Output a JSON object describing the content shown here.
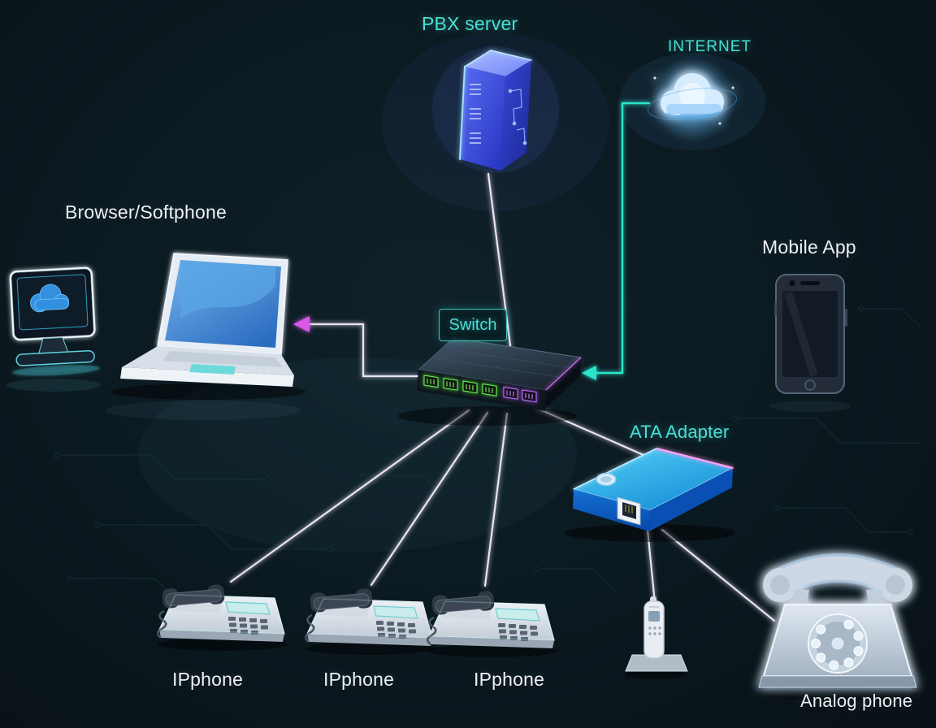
{
  "colors": {
    "background": "#0b1920",
    "teal_label": "#4adfd5",
    "white_label": "#eef2f5",
    "line_light": "#e9e3f4",
    "line_teal": "#2be5cb",
    "arrow_magenta": "#d959e8",
    "port_green": "#5fe84a",
    "port_violet": "#b468f0",
    "device_blue": "#1470d4"
  },
  "nodes": {
    "pbx_server": {
      "label": "PBX server",
      "type": "server-tower"
    },
    "internet": {
      "label": "INTERNET",
      "type": "cloud"
    },
    "browser_softphone": {
      "label": "Browser/Softphone",
      "type": "desktop-and-laptop"
    },
    "mobile_app": {
      "label": "Mobile App",
      "type": "smartphone"
    },
    "switch": {
      "label": "Switch",
      "type": "network-switch"
    },
    "ata_adapter": {
      "label": "ATA Adapter",
      "type": "analog-telephone-adapter"
    },
    "ip_phone_1": {
      "label": "IPphone",
      "type": "desk-phone"
    },
    "ip_phone_2": {
      "label": "IPphone",
      "type": "desk-phone"
    },
    "ip_phone_3": {
      "label": "IPphone",
      "type": "desk-phone"
    },
    "cordless_phone": {
      "label": "",
      "type": "cordless-phone"
    },
    "analog_phone": {
      "label": "Analog phone",
      "type": "rotary-phone"
    }
  },
  "connections": [
    {
      "from": "pbx_server",
      "to": "switch",
      "style": "light"
    },
    {
      "from": "internet",
      "to": "switch",
      "style": "teal",
      "arrow": "at-switch"
    },
    {
      "from": "switch",
      "to": "browser_softphone",
      "style": "light",
      "arrow": "magenta-at-laptop"
    },
    {
      "from": "switch",
      "to": "ip_phone_1",
      "style": "light"
    },
    {
      "from": "switch",
      "to": "ip_phone_2",
      "style": "light"
    },
    {
      "from": "switch",
      "to": "ip_phone_3",
      "style": "light"
    },
    {
      "from": "switch",
      "to": "ata_adapter",
      "style": "light"
    },
    {
      "from": "ata_adapter",
      "to": "cordless_phone",
      "style": "light"
    },
    {
      "from": "ata_adapter",
      "to": "analog_phone",
      "style": "light"
    }
  ]
}
